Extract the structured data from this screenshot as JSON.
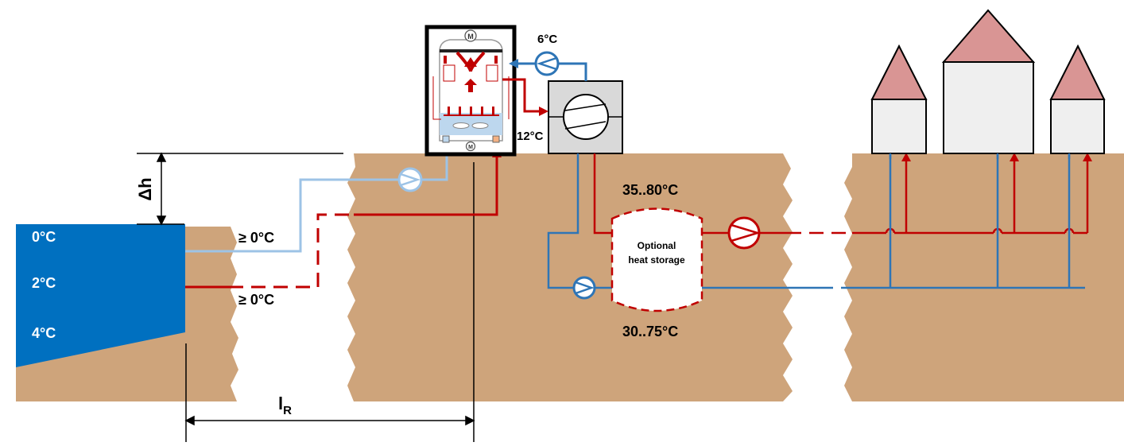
{
  "lake": {
    "temp_surface": "0°C",
    "temp_mid": "2°C",
    "temp_bottom": "4°C"
  },
  "pipes": {
    "intake_temp": "≥ 0°C",
    "return_temp": "≥ 0°C"
  },
  "height_label": "Δh",
  "length_label": {
    "main": "l",
    "sub": "R"
  },
  "heat_exchanger": {
    "outlet_temp": "6°C",
    "inlet_temp": "12°C",
    "motor_symbol": "M"
  },
  "network": {
    "supply_temp": "35..80°C",
    "return_temp": "30..75°C"
  },
  "storage": {
    "line1": "Optional",
    "line2": "heat storage"
  },
  "colors": {
    "ground": "#cea47b",
    "water": "#0070c0",
    "hot": "#c00000",
    "cold": "#2e75b6",
    "light_cold": "#9dc3e6",
    "roof": "#d99594",
    "wall": "#efefef",
    "heat_pump": "#d9d9d9"
  },
  "icons": [
    "pump-icon",
    "compressor-icon",
    "motor-icon",
    "house-icon"
  ]
}
